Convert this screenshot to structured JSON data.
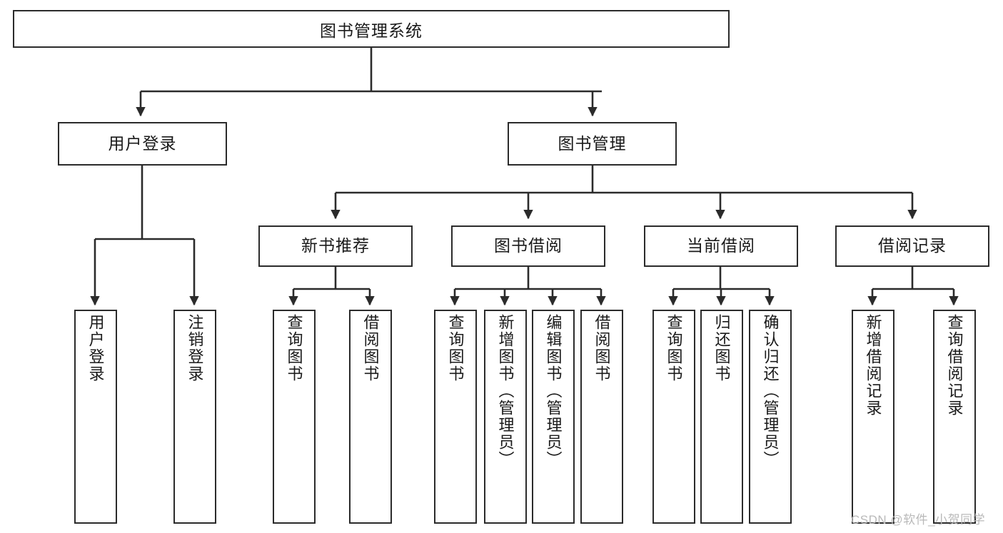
{
  "diagram": {
    "type": "tree-hierarchy",
    "title": "图书管理系统",
    "root": {
      "id": "root",
      "label": "图书管理系统"
    },
    "level2": [
      {
        "id": "user-login",
        "label": "用户登录"
      },
      {
        "id": "book-manage",
        "label": "图书管理"
      }
    ],
    "level3": [
      {
        "id": "new-book-recommend",
        "label": "新书推荐",
        "parent": "book-manage"
      },
      {
        "id": "book-borrow",
        "label": "图书借阅",
        "parent": "book-manage"
      },
      {
        "id": "current-borrow",
        "label": "当前借阅",
        "parent": "book-manage"
      },
      {
        "id": "borrow-record",
        "label": "借阅记录",
        "parent": "book-manage"
      }
    ],
    "leaves": {
      "user-login": [
        {
          "id": "leaf-user-login",
          "label": "用户登录"
        },
        {
          "id": "leaf-user-logout",
          "label": "注销登录"
        }
      ],
      "new-book-recommend": [
        {
          "id": "leaf-query-book-1",
          "label": "查询图书"
        },
        {
          "id": "leaf-borrow-book-1",
          "label": "借阅图书"
        }
      ],
      "book-borrow": [
        {
          "id": "leaf-query-book-2",
          "label": "查询图书"
        },
        {
          "id": "leaf-add-book",
          "label": "新增图书（管理员）"
        },
        {
          "id": "leaf-edit-book",
          "label": "编辑图书（管理员）"
        },
        {
          "id": "leaf-borrow-book-2",
          "label": "借阅图书"
        }
      ],
      "current-borrow": [
        {
          "id": "leaf-query-book-3",
          "label": "查询图书"
        },
        {
          "id": "leaf-return-book",
          "label": "归还图书"
        },
        {
          "id": "leaf-confirm-return",
          "label": "确认归还（管理员）"
        }
      ],
      "borrow-record": [
        {
          "id": "leaf-add-record",
          "label": "新增借阅记录"
        },
        {
          "id": "leaf-query-record",
          "label": "查询借阅记录"
        }
      ]
    },
    "colors": {
      "stroke": "#2b2b2b",
      "fill": "#ffffff",
      "text": "#1a1a1a",
      "watermark": "#b9b9b9"
    }
  },
  "watermark": {
    "text": "CSDN @软件_小贺同学"
  }
}
